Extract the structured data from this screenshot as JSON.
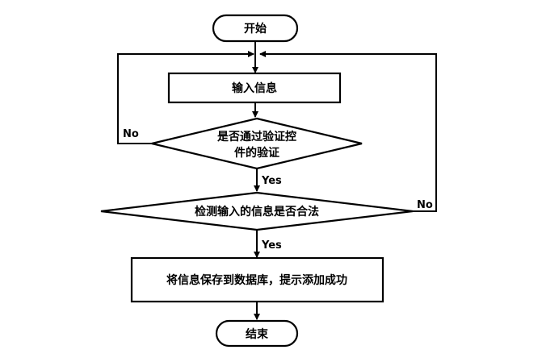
{
  "diagram": {
    "nodes": {
      "start": {
        "label": "开始"
      },
      "input_info": {
        "label": "输入信息"
      },
      "check_control": {
        "line1": "是否通过验证控",
        "line2": "件的验证"
      },
      "check_legal": {
        "label": "检测输入的信息是否合法"
      },
      "save": {
        "label": "将信息保存到数据库，提示添加成功"
      },
      "end": {
        "label": "结束"
      }
    },
    "edges": {
      "control_no": "No",
      "control_yes": "Yes",
      "legal_no": "No",
      "legal_yes": "Yes"
    }
  }
}
